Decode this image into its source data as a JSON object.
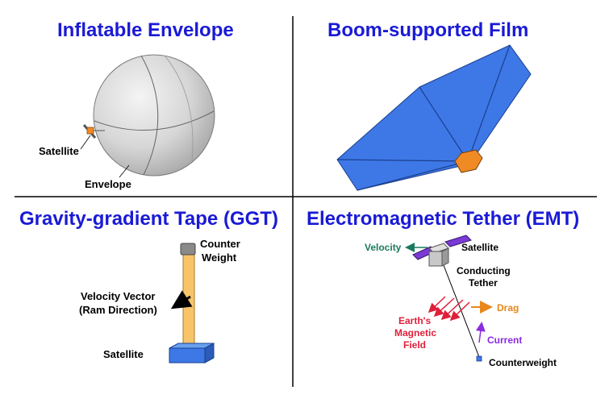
{
  "panels": {
    "top_left": {
      "title": "Inflatable Envelope",
      "labels": {
        "satellite": "Satellite",
        "envelope": "Envelope"
      }
    },
    "top_right": {
      "title": "Boom-supported Film"
    },
    "bottom_left": {
      "title": "Gravity-gradient Tape (GGT)",
      "labels": {
        "counter_weight_1": "Counter",
        "counter_weight_2": "Weight",
        "velocity_vector_1": "Velocity Vector",
        "velocity_vector_2": "(Ram Direction)",
        "satellite": "Satellite"
      }
    },
    "bottom_right": {
      "title": "Electromagnetic Tether (EMT)",
      "labels": {
        "velocity": "Velocity",
        "satellite": "Satellite",
        "conducting_1": "Conducting",
        "conducting_2": "Tether",
        "drag": "Drag",
        "field_1": "Earth's",
        "field_2": "Magnetic",
        "field_3": "Field",
        "current": "Current",
        "counterweight": "Counterweight"
      }
    }
  },
  "colors": {
    "title": "#1a1ad6",
    "film_blue": "#3d78e6",
    "satellite_orange": "#f08a24",
    "tape_orange": "#f7c46a",
    "velocity_green": "#1a7a5e",
    "drag_orange": "#e8861a",
    "current_purple": "#8a2be2",
    "field_red": "#e0203a",
    "panel_purple": "#7a3ad6",
    "divider": "#000000"
  }
}
